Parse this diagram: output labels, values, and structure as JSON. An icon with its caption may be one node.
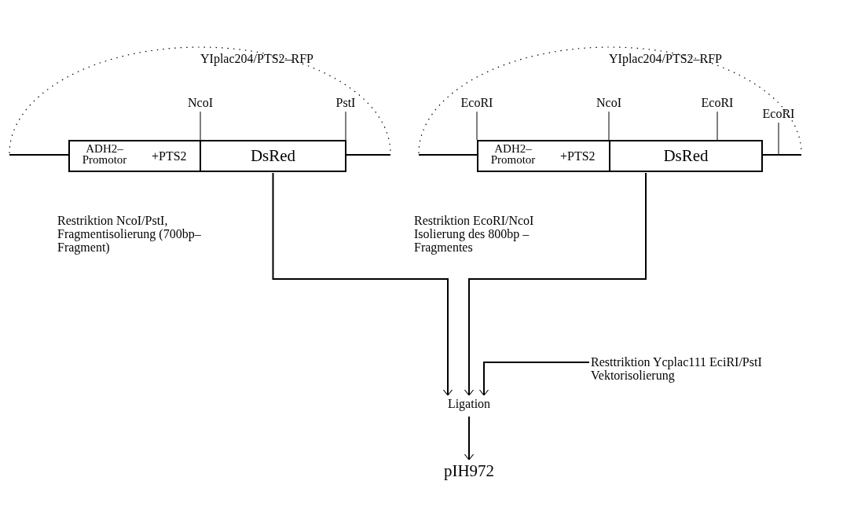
{
  "diagram": {
    "nodes": [
      {
        "text": [
          "ADH2– Promotor",
          "+PTS2"
        ]
      },
      {
        "text": [
          "DsRed"
        ]
      },
      {
        "text": [
          "ADH2– Promotor",
          "+PTS2"
        ]
      },
      {
        "text": [
          "DsRed"
        ]
      },
      {
        "text": [
          "Ligation"
        ]
      },
      {
        "text": [
          "pIH972"
        ]
      },
      {
        "text": [
          "Resttriktion Ycplac111 EciRI/PstI Vektorisolierung"
        ]
      },
      {
        "text": [
          "NcoI"
        ]
      },
      {
        "text": [
          "PstI"
        ]
      },
      {
        "text": [
          "EcoRI"
        ]
      },
      {
        "text": [
          "NcoI"
        ]
      },
      {
        "text": [
          "EcoRI"
        ]
      },
      {
        "text": [
          "EcoRI"
        ]
      }
    ],
    "edges": [
      {
        "from": 1,
        "to": 4,
        "arrow": "to"
      },
      {
        "from": 3,
        "to": 4,
        "arrow": "to"
      },
      {
        "from": 6,
        "to": 4,
        "arrow": "to"
      },
      {
        "from": 4,
        "to": 5,
        "arrow": "to"
      },
      {
        "from": 7,
        "to": 0,
        "arrow": "none"
      },
      {
        "from": 8,
        "to": 1,
        "arrow": "none"
      },
      {
        "from": 9,
        "to": 2,
        "arrow": "none"
      },
      {
        "from": 10,
        "to": 2,
        "arrow": "none"
      },
      {
        "from": 11,
        "to": 3,
        "arrow": "none"
      },
      {
        "from": 12,
        "to": null,
        "arrow": "none"
      }
    ],
    "labels": [
      "YIplac204/PTS2–RFP",
      "YIplac204/PTS2–RFP",
      "Restriktion NcoI/PstI, Fragmentisolierung (700bp–Fragment)",
      "Restriktion EcoRI/NcoI Isolierung des 800bp – Fragmentes"
    ]
  }
}
